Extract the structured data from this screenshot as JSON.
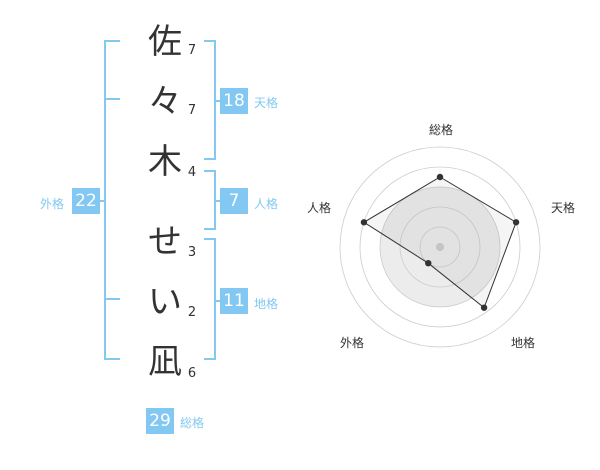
{
  "name_chars": [
    {
      "char": "佐",
      "strokes": "7"
    },
    {
      "char": "々",
      "strokes": "7"
    },
    {
      "char": "木",
      "strokes": "4"
    },
    {
      "char": "せ",
      "strokes": "3"
    },
    {
      "char": "い",
      "strokes": "2"
    },
    {
      "char": "凪",
      "strokes": "6"
    }
  ],
  "fortunes": {
    "tenkaku": {
      "value": "18",
      "label": "天格"
    },
    "jinkaku": {
      "value": "7",
      "label": "人格"
    },
    "chikaku": {
      "value": "11",
      "label": "地格"
    },
    "gaikaku": {
      "value": "22",
      "label": "外格"
    },
    "soukaku": {
      "value": "29",
      "label": "総格"
    }
  },
  "radar": {
    "axes": [
      "総格",
      "天格",
      "地格",
      "外格",
      "人格"
    ],
    "values": [
      0.7,
      0.8,
      0.75,
      0.2,
      0.8
    ],
    "max": 1,
    "colors": {
      "fill": "#ececec",
      "ring": "#cccccc",
      "line": "#333333"
    }
  },
  "colors": {
    "accent": "#82c8f2",
    "text": "#333333"
  }
}
